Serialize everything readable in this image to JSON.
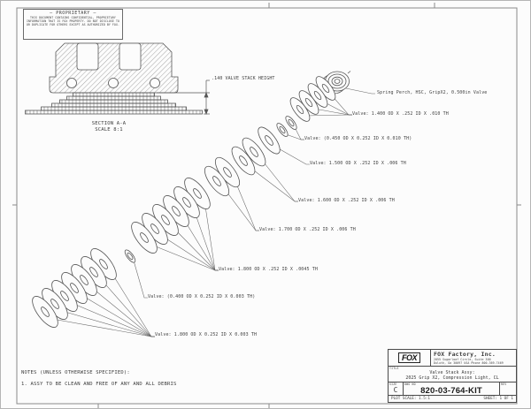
{
  "proprietary": {
    "title": "— PROPRIETARY —",
    "line1": "THIS DOCUMENT CONTAINS CONFIDENTIAL, PROPRIETARY",
    "line2": "INFORMATION THAT IS FOX PROPERTY. DO NOT DISCLOSE TO",
    "line3": "OR DUPLICATE FOR OTHERS EXCEPT AS AUTHORIZED BY FOX."
  },
  "section_view": {
    "dimension_callout": ".140 VALVE STACK HEIGHT",
    "section_label": "SECTION A-A",
    "scale_label": "SCALE 8:1"
  },
  "callouts": [
    {
      "text": "Spring Perch, HSC, GripX2, 0.500in Valve"
    },
    {
      "text": "Valve: 1.400 OD X .252 ID X .010 TH"
    },
    {
      "text": "Valve: (0.450 OD X 0.252 ID X 0.010 TH)"
    },
    {
      "text": "Valve: 1.500 OD X .252 ID X .006 TH"
    },
    {
      "text": "Valve: 1.600 OD X .252 ID X .006 TH"
    },
    {
      "text": "Valve: 1.700 OD X .252 ID X .006 TH"
    },
    {
      "text": "Valve: 1.800 OD X .252 ID X .0045 TH"
    },
    {
      "text": "Valve: (0.400 OD X 0.252 ID X 0.003 TH)"
    },
    {
      "text": "Valve: 1.800 OD X 0.252 ID X 0.003 TH"
    }
  ],
  "notes": {
    "heading": "NOTES (UNLESS OTHERWISE SPECIFIED):",
    "item1": "1. ASSY TO BE CLEAN AND FREE OF ANY AND ALL DEBRIS"
  },
  "title_block": {
    "logo_text": "FOX",
    "company": "FOX Factory, Inc.",
    "address_line1": "2055 Sugarloaf Circle, Suite 300",
    "address_line2": "Duluth, Ga 30097 USA Phone 800-369-7469",
    "title_label": "TITLE",
    "title_line1": "Valve Stack Assy:",
    "title_line2": "2025 Grip X2, Compression Light, CL",
    "size_label": "SIZE",
    "size_value": "C",
    "dwg_label": "DWG NO",
    "dwg_value": "820-03-764-KIT",
    "rev_label": "REV",
    "plot_scale": "PLOT SCALE: 1.5:1",
    "sheet": "SHEET: 1 OF 1"
  },
  "colors": {
    "line": "#555555",
    "frame": "#8a8a8a",
    "text": "#3b3b3b"
  }
}
